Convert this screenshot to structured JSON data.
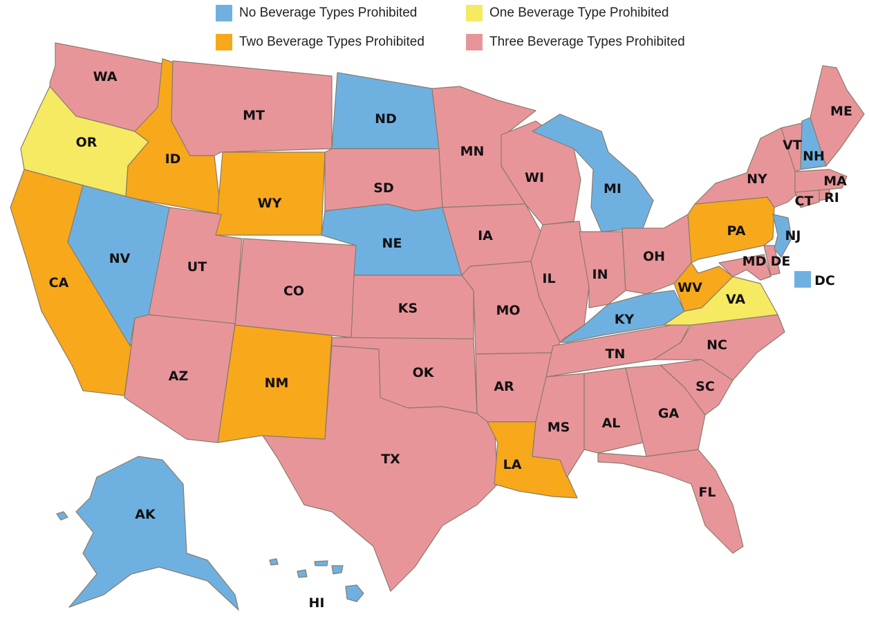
{
  "legend": {
    "none": "No Beverage Types Prohibited",
    "one": "One Beverage Type Prohibited",
    "two": "Two Beverage Types Prohibited",
    "three": "Three Beverage Types Prohibited"
  },
  "colors": {
    "none": "#6EB1E1",
    "one": "#F5EA61",
    "two": "#F7A81B",
    "three": "#E8959A"
  },
  "states": {
    "WA": {
      "label": "WA",
      "category": "three"
    },
    "OR": {
      "label": "OR",
      "category": "one"
    },
    "CA": {
      "label": "CA",
      "category": "two"
    },
    "ID": {
      "label": "ID",
      "category": "two"
    },
    "NV": {
      "label": "NV",
      "category": "none"
    },
    "MT": {
      "label": "MT",
      "category": "three"
    },
    "WY": {
      "label": "WY",
      "category": "two"
    },
    "UT": {
      "label": "UT",
      "category": "three"
    },
    "AZ": {
      "label": "AZ",
      "category": "three"
    },
    "CO": {
      "label": "CO",
      "category": "three"
    },
    "NM": {
      "label": "NM",
      "category": "two"
    },
    "ND": {
      "label": "ND",
      "category": "none"
    },
    "SD": {
      "label": "SD",
      "category": "three"
    },
    "NE": {
      "label": "NE",
      "category": "none"
    },
    "KS": {
      "label": "KS",
      "category": "three"
    },
    "OK": {
      "label": "OK",
      "category": "three"
    },
    "TX": {
      "label": "TX",
      "category": "three"
    },
    "MN": {
      "label": "MN",
      "category": "three"
    },
    "IA": {
      "label": "IA",
      "category": "three"
    },
    "MO": {
      "label": "MO",
      "category": "three"
    },
    "AR": {
      "label": "AR",
      "category": "three"
    },
    "LA": {
      "label": "LA",
      "category": "two"
    },
    "WI": {
      "label": "WI",
      "category": "three"
    },
    "IL": {
      "label": "IL",
      "category": "three"
    },
    "MI": {
      "label": "MI",
      "category": "none"
    },
    "IN": {
      "label": "IN",
      "category": "three"
    },
    "OH": {
      "label": "OH",
      "category": "three"
    },
    "KY": {
      "label": "KY",
      "category": "none"
    },
    "TN": {
      "label": "TN",
      "category": "three"
    },
    "MS": {
      "label": "MS",
      "category": "three"
    },
    "AL": {
      "label": "AL",
      "category": "three"
    },
    "GA": {
      "label": "GA",
      "category": "three"
    },
    "FL": {
      "label": "FL",
      "category": "three"
    },
    "SC": {
      "label": "SC",
      "category": "three"
    },
    "NC": {
      "label": "NC",
      "category": "three"
    },
    "VA": {
      "label": "VA",
      "category": "one"
    },
    "WV": {
      "label": "WV",
      "category": "two"
    },
    "MD": {
      "label": "MD",
      "category": "three"
    },
    "DE": {
      "label": "DE",
      "category": "three"
    },
    "DC": {
      "label": "DC",
      "category": "none"
    },
    "PA": {
      "label": "PA",
      "category": "two"
    },
    "NJ": {
      "label": "NJ",
      "category": "none"
    },
    "NY": {
      "label": "NY",
      "category": "three"
    },
    "CT": {
      "label": "CT",
      "category": "three"
    },
    "RI": {
      "label": "RI",
      "category": "three"
    },
    "MA": {
      "label": "MA",
      "category": "three"
    },
    "VT": {
      "label": "VT",
      "category": "three"
    },
    "NH": {
      "label": "NH",
      "category": "none"
    },
    "ME": {
      "label": "ME",
      "category": "three"
    },
    "AK": {
      "label": "AK",
      "category": "none"
    },
    "HI": {
      "label": "HI",
      "category": "none"
    }
  }
}
